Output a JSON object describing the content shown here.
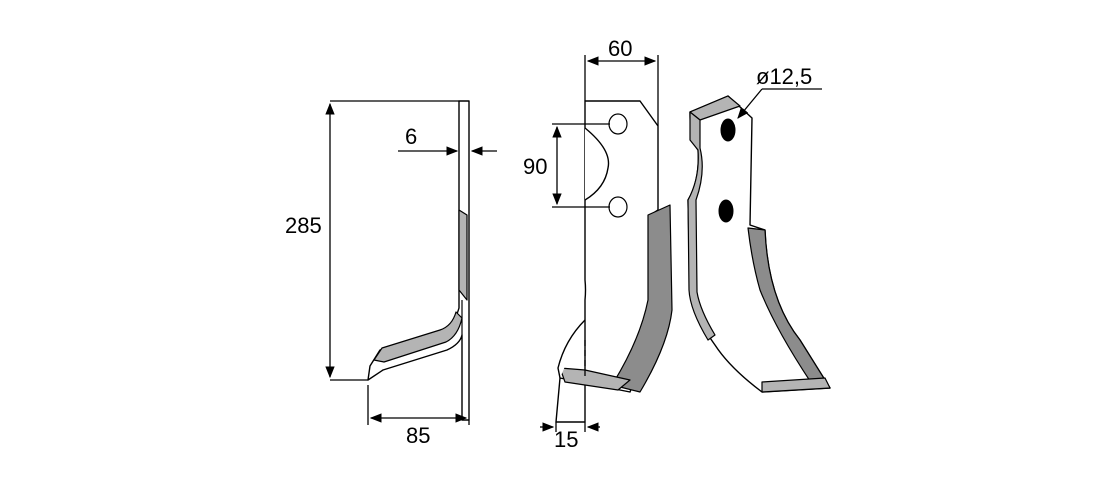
{
  "dimensions": {
    "height_total": "285",
    "thickness": "6",
    "foot_width": "85",
    "top_width": "60",
    "hole_spacing": "90",
    "tip_offset": "15",
    "hole_diameter": "ø12,5"
  }
}
